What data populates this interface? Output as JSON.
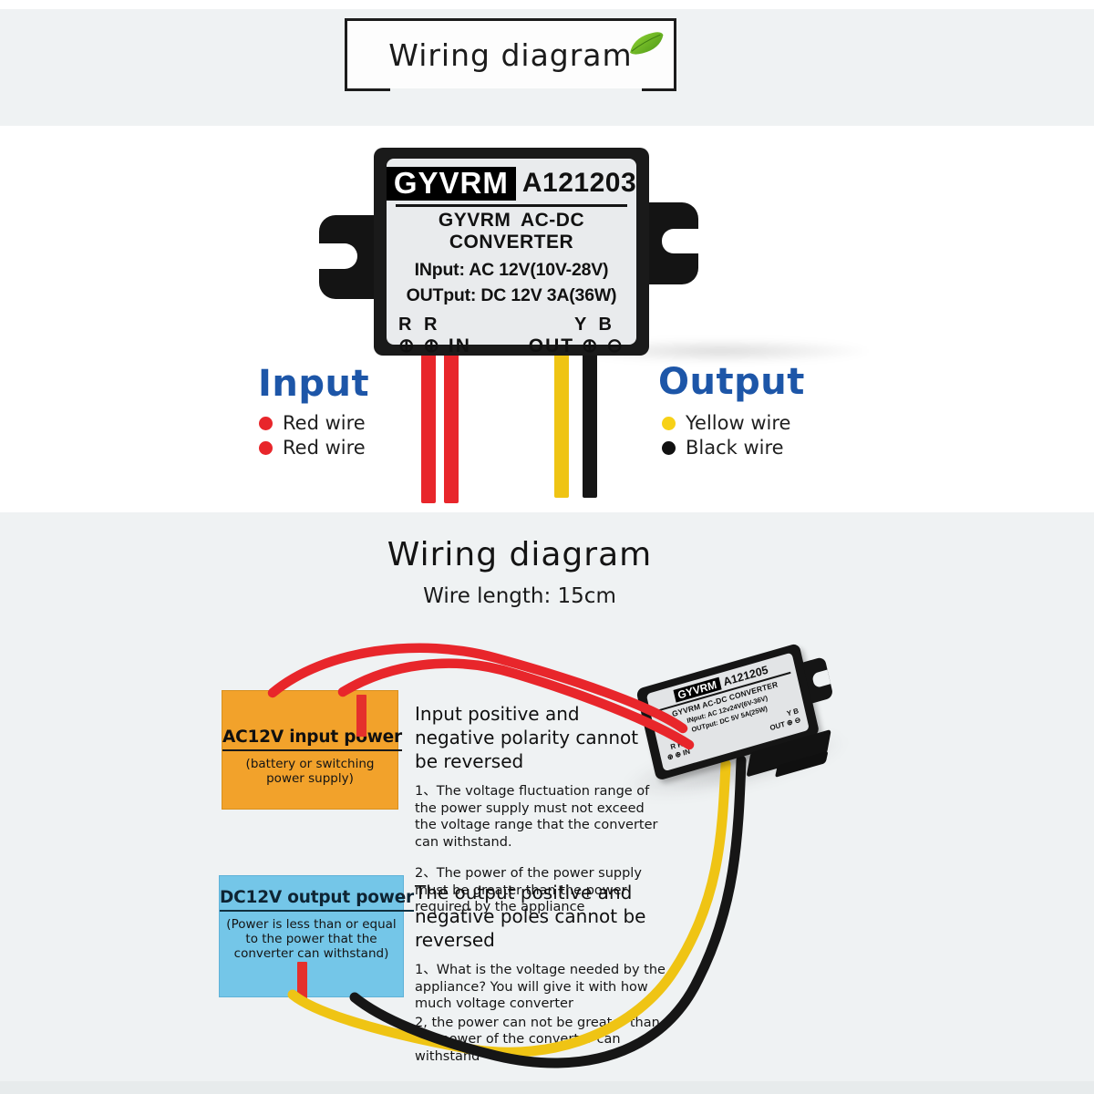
{
  "colors": {
    "accent_blue": "#1d56a8",
    "wire_red": "#e8262b",
    "wire_yellow": "#efc414",
    "wire_black": "#161616",
    "ac_box_orange": "#f2a22b",
    "dc_box_blue": "#74c6e8",
    "leaf_green": "#6ab82e",
    "device_body": "#1a1a1a",
    "device_label": "#e9ebed"
  },
  "top": {
    "title_box": {
      "title": "Wiring diagram"
    },
    "device": {
      "brand": "GYVRM",
      "model": "A121203",
      "type_line": "GYVRM AC-DC CONVERTER",
      "input_spec": "INput: AC 12V(10V-28V)",
      "output_spec": "OUTput: DC 12V 3A(36W)",
      "in_pins": "R R",
      "in_row": "⊕ ⊕ IN",
      "out_pins": "Y B",
      "out_row": "OUT ⊕ ⊖"
    },
    "input_legend": {
      "title": "Input",
      "items": [
        {
          "label": "Red wire",
          "color": "#e8262b"
        },
        {
          "label": "Red wire",
          "color": "#e8262b"
        }
      ]
    },
    "output_legend": {
      "title": "Output",
      "items": [
        {
          "label": "Yellow wire",
          "color": "#f7d117"
        },
        {
          "label": "Black wire",
          "color": "#111111"
        }
      ]
    }
  },
  "bottom": {
    "title": "Wiring diagram",
    "subtitle": "Wire length: 15cm",
    "ac_box": {
      "minus": "−",
      "plus": "+",
      "title": "AC12V input power",
      "note": "(battery or switching power supply)"
    },
    "input_notes": {
      "heading": "Input positive and negative polarity cannot be reversed",
      "point1": "1、The voltage fluctuation range of the power supply must not exceed the voltage range that the converter can withstand.",
      "point2": "2、The power of the power supply must be greater than the power required by the appliance"
    },
    "dc_box": {
      "title": "DC12V output power",
      "note": "(Power is less than or equal to the power that the converter can withstand)",
      "plus": "+",
      "minus": "−"
    },
    "output_notes": {
      "heading": "The output positive and negative poles cannot be reversed",
      "point1": "1、What is the voltage needed by the appliance? You will give it with how much voltage converter",
      "point2": "2, the power can not be greater than the power of the converter can withstand"
    },
    "device": {
      "brand": "GYVRM",
      "model": "A121205",
      "type_line": "GYVRM AC-DC CONVERTER",
      "input_spec": "INput: AC 12v24V(6V-36V)",
      "output_spec": "OUTput: DC 5V 5A(25W)",
      "in_pins": "R R",
      "in_row": "⊕ ⊕ IN",
      "out_pins": "Y B",
      "out_row": "OUT ⊕ ⊖"
    }
  }
}
